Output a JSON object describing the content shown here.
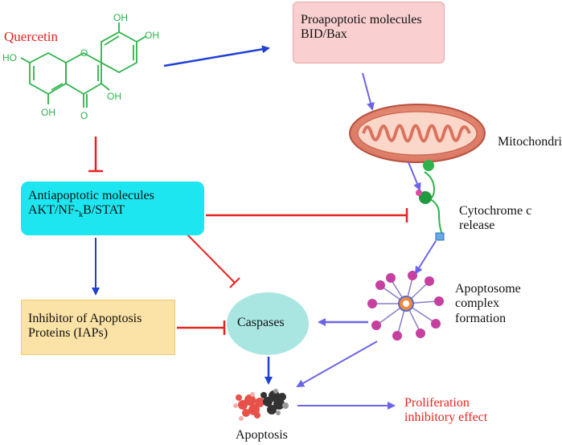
{
  "quercetin": {
    "label": "Quercetin",
    "atoms": {
      "oh_top": "OH",
      "oh_right": "OH",
      "ho_left": "HO",
      "oh_c3": "OH",
      "oh_c5": "OH",
      "ring_o": "O",
      "carbonyl_o": "O"
    }
  },
  "proapoptotic": {
    "line1": "Proapoptotic molecules",
    "line2": "BID/Bax"
  },
  "antiapoptotic": {
    "line1": "Antiapoptotic molecules",
    "line2_a": "AKT/NF-",
    "line2_sub": "k",
    "line2_b": "B/STAT"
  },
  "iaps": {
    "line1": "Inhibitor of Apoptosis",
    "line2": "Proteins (IAPs)"
  },
  "caspases": {
    "label": "Caspases"
  },
  "mitochondria": {
    "label": "Mitochondria"
  },
  "cytochrome": {
    "line1": "Cytochrome c",
    "line2": "release"
  },
  "apoptosome": {
    "line1": "Apoptosome",
    "line2": "complex",
    "line3": "formation"
  },
  "apoptosis": {
    "label": "Apoptosis"
  },
  "proliferation": {
    "line1": "Proliferation",
    "line2": "inhibitory effect"
  },
  "colors": {
    "quercetin_red": "#e8231f",
    "molecule_green": "#2db34a",
    "pro_box_fill": "#f9cfd0",
    "pro_box_border": "#e8a4a6",
    "anti_box_fill": "#1ee6f0",
    "iap_box_fill": "#fbe2a6",
    "iap_box_border": "#f2c873",
    "caspase_fill": "#a9e6e2",
    "arrow_blue": "#1f3fd6",
    "arrow_violet": "#6b63e8",
    "inhibit_red": "#e8231f"
  }
}
